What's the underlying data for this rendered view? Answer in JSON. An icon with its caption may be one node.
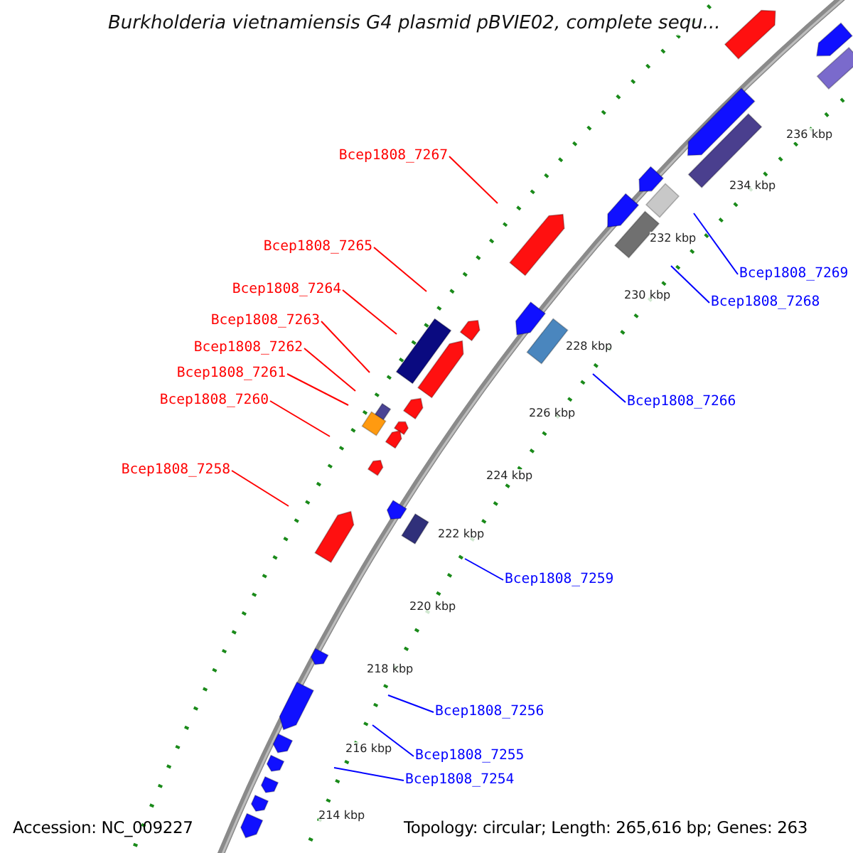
{
  "diagram": {
    "title": "Burkholderia vietnamiensis G4 plasmid pBVIE02, complete sequ...",
    "nodes": [
      {
        "text": [
          "Bcep1808_7267"
        ]
      },
      {
        "text": [
          "Bcep1808_7265"
        ]
      },
      {
        "text": [
          "Bcep1808_7269"
        ]
      },
      {
        "text": [
          "Bcep1808_7264"
        ]
      },
      {
        "text": [
          "Bcep1808_7268"
        ]
      },
      {
        "text": [
          "Bcep1808_7263"
        ]
      },
      {
        "text": [
          "Bcep1808_7262"
        ]
      },
      {
        "text": [
          "Bcep1808_7261"
        ]
      },
      {
        "text": [
          "Bcep1808_7260"
        ]
      },
      {
        "text": [
          "Bcep1808_7266"
        ]
      },
      {
        "text": [
          "Bcep1808_7258"
        ]
      },
      {
        "text": [
          "Bcep1808_7259"
        ]
      },
      {
        "text": [
          "Bcep1808_7256"
        ]
      },
      {
        "text": [
          "Bcep1808_7255"
        ]
      },
      {
        "text": [
          "Bcep1808_7254"
        ]
      }
    ],
    "edges": [
      {
        "from": 0,
        "to": null,
        "arrow": "none"
      },
      {
        "from": 1,
        "to": null,
        "arrow": "none"
      },
      {
        "from": 2,
        "to": null,
        "arrow": "none",
        "color": "#0000ff"
      },
      {
        "from": 3,
        "to": null,
        "arrow": "none"
      },
      {
        "from": 4,
        "to": null,
        "arrow": "none",
        "color": "#0000ff"
      },
      {
        "from": 5,
        "to": null,
        "arrow": "none"
      },
      {
        "from": 6,
        "to": null,
        "arrow": "none"
      },
      {
        "from": 7,
        "to": null,
        "arrow": "none"
      },
      {
        "from": 8,
        "to": null,
        "arrow": "none"
      },
      {
        "from": 9,
        "to": null,
        "arrow": "none",
        "color": "#0000ff"
      },
      {
        "from": 10,
        "to": null,
        "arrow": "none"
      },
      {
        "from": 11,
        "to": null,
        "arrow": "none",
        "color": "#0000ff"
      },
      {
        "from": 12,
        "to": null,
        "arrow": "none",
        "color": "#0000ff"
      },
      {
        "from": 13,
        "to": null,
        "arrow": "none",
        "color": "#0000ff"
      },
      {
        "from": 14,
        "to": null,
        "arrow": "none",
        "color": "#0000ff"
      }
    ],
    "labels": [
      "236 kbp",
      "234 kbp",
      "232 kbp",
      "230 kbp",
      "228 kbp",
      "226 kbp",
      "224 kbp",
      "222 kbp",
      "220 kbp",
      "218 kbp",
      "216 kbp",
      "214 kbp",
      "Accession: NC_009227",
      "Topology: circular; Length: 265,616 bp; Genes: 263"
    ]
  }
}
